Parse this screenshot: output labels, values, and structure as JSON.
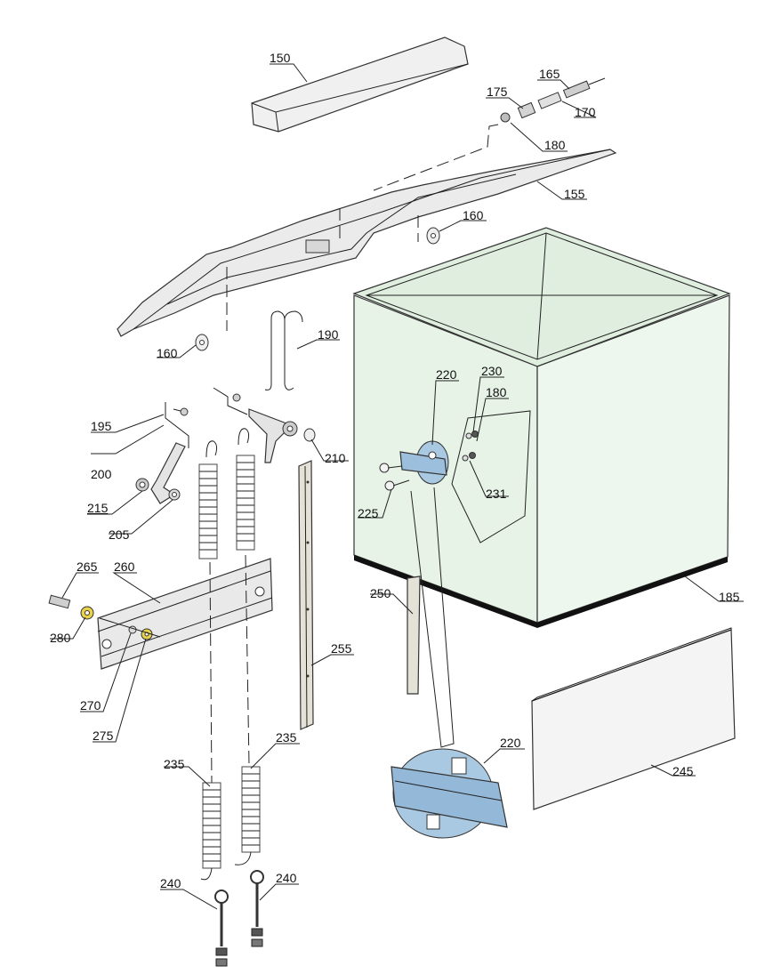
{
  "diagram": {
    "colors": {
      "cabinet": "#e6f3e6",
      "bracket": "#a9c9e3",
      "brass": "#e8d24a",
      "metal": "#e9e9e9",
      "wood": "#e4e1d6",
      "line": "#222222"
    },
    "labels": {
      "l150": "150",
      "l165": "165",
      "l175": "175",
      "l170": "170",
      "l180a": "180",
      "l155": "155",
      "l160a": "160",
      "l160b": "160",
      "l190": "190",
      "l195": "195",
      "l200": "200",
      "l215": "215",
      "l205": "205",
      "l210": "210",
      "l220a": "220",
      "l230": "230",
      "l180b": "180",
      "l231": "231",
      "l225": "225",
      "l265": "265",
      "l260": "260",
      "l280": "280",
      "l270": "270",
      "l275": "275",
      "l250": "250",
      "l255": "255",
      "l185": "185",
      "l235a": "235",
      "l235b": "235",
      "l220b": "220",
      "l245": "245",
      "l240a": "240",
      "l240b": "240"
    }
  }
}
